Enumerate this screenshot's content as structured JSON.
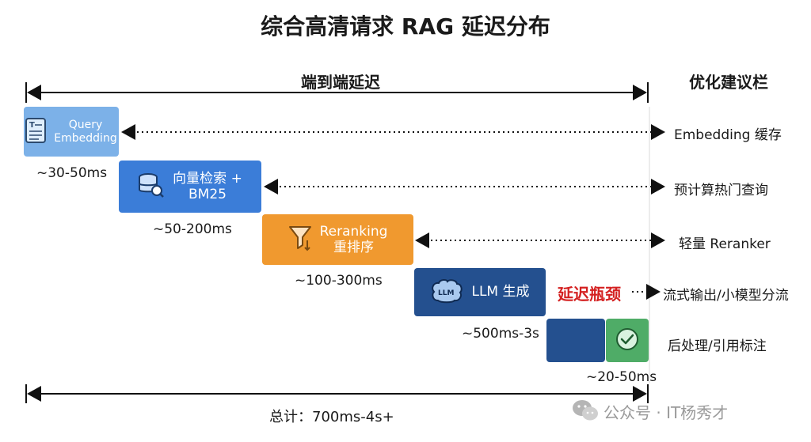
{
  "title": "综合高清请求 RAG 延迟分布",
  "header": {
    "span_label": "端到端延迟",
    "tips_label": "优化建议栏"
  },
  "stages": [
    {
      "label": "Query\nEmbedding",
      "icon": "document-icon",
      "duration": "~30-50ms",
      "tip": "Embedding 缓存",
      "color": "#7cb1e8"
    },
    {
      "label": "向量检索 +\nBM25",
      "icon": "database-search-icon",
      "duration": "~50-200ms",
      "tip": "预计算热门查询",
      "color": "#3b7dd8"
    },
    {
      "label": "Reranking\n重排序",
      "icon": "funnel-icon",
      "duration": "~100-300ms",
      "tip": "轻量 Reranker",
      "color": "#f0992f"
    },
    {
      "label": "LLM 生成",
      "icon": "brain-icon",
      "duration": "~500ms-3s",
      "tip": "流式输出/小模型分流",
      "color": "#24508f"
    },
    {
      "label": "",
      "icon": "checkmark-icon",
      "duration": "~20-50ms",
      "tip": "后处理/引用标注",
      "color": "#4fac67"
    }
  ],
  "bottleneck_label": "延迟瓶颈",
  "total_label": "总计：700ms-4s+",
  "watermark": "公众号 · IT杨秀才"
}
